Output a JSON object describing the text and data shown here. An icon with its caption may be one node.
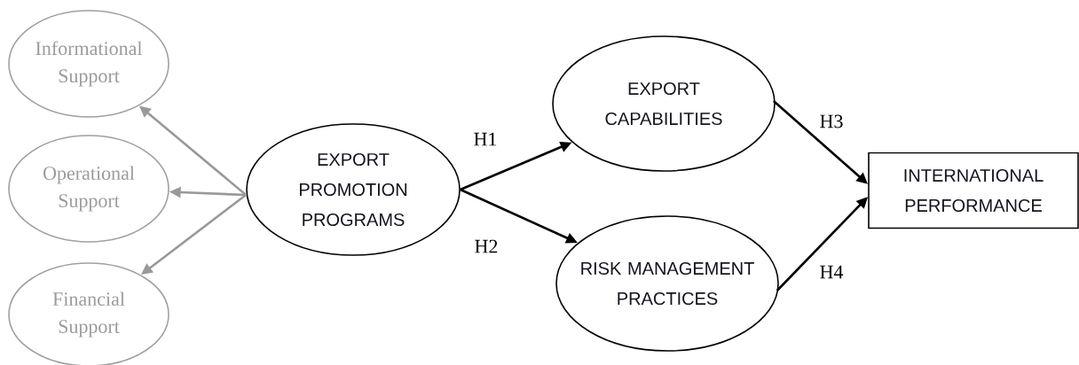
{
  "diagram": {
    "nodes": [
      {
        "text": [
          "Informational Support"
        ]
      },
      {
        "text": [
          "Operational Support"
        ]
      },
      {
        "text": [
          "Financial Support"
        ]
      },
      {
        "text": [
          "EXPORT PROMOTION PROGRAMS"
        ]
      },
      {
        "text": [
          "EXPORT CAPABILITIES"
        ]
      },
      {
        "text": [
          "RISK MANAGEMENT PRACTICES"
        ]
      },
      {
        "text": [
          "INTERNATIONAL PERFORMANCE"
        ]
      }
    ],
    "edges": [
      {
        "from": 3,
        "to": 0,
        "arrow": "to",
        "color": "#999999"
      },
      {
        "from": 3,
        "to": 1,
        "arrow": "to",
        "color": "#999999"
      },
      {
        "from": 3,
        "to": 2,
        "arrow": "to",
        "color": "#999999"
      },
      {
        "from": 3,
        "to": 4,
        "arrow": "to",
        "label": "H1"
      },
      {
        "from": 3,
        "to": 5,
        "arrow": "to",
        "label": "H2"
      },
      {
        "from": 4,
        "to": 6,
        "arrow": "to",
        "label": "H3"
      },
      {
        "from": 5,
        "to": 6,
        "arrow": "to",
        "label": "H4"
      }
    ]
  }
}
